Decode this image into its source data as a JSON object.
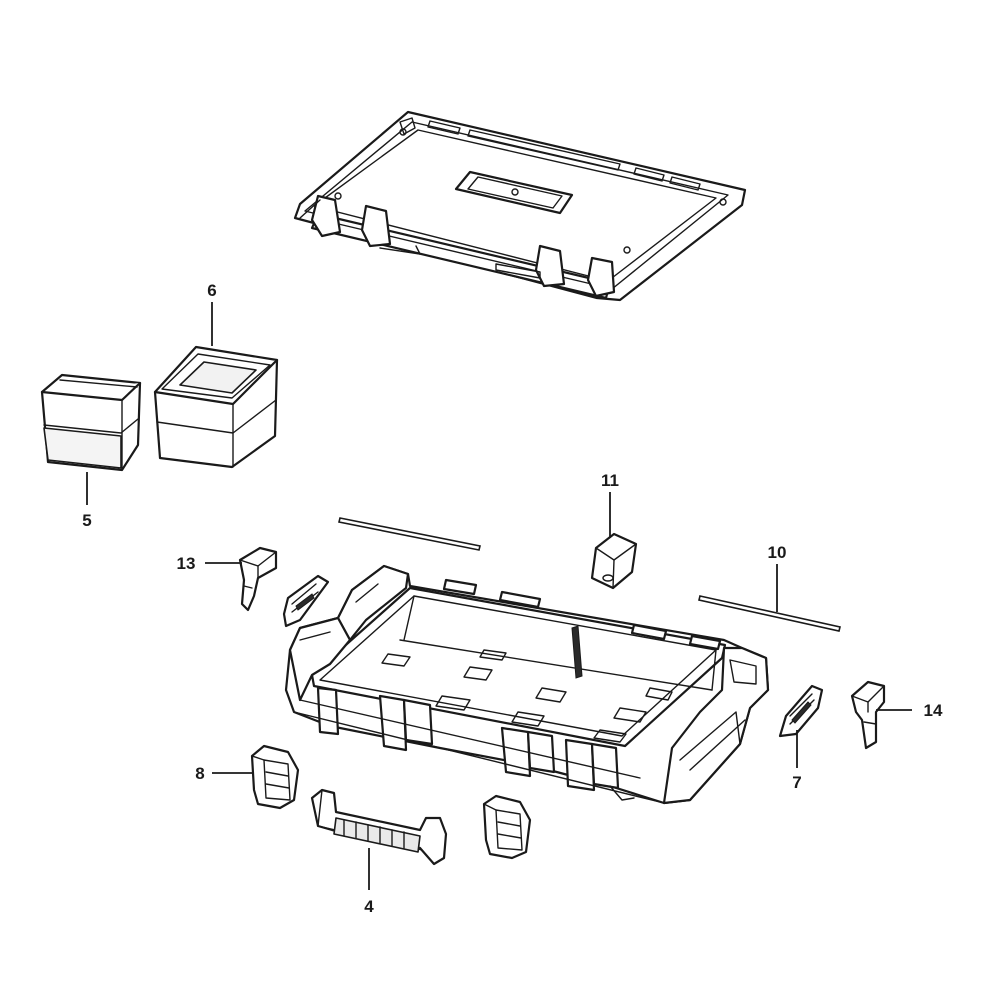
{
  "diagram": {
    "callouts": {
      "c4": "4",
      "c5": "5",
      "c6": "6",
      "c7": "7",
      "c8": "8",
      "c10": "10",
      "c11": "11",
      "c13": "13",
      "c14": "14"
    }
  }
}
